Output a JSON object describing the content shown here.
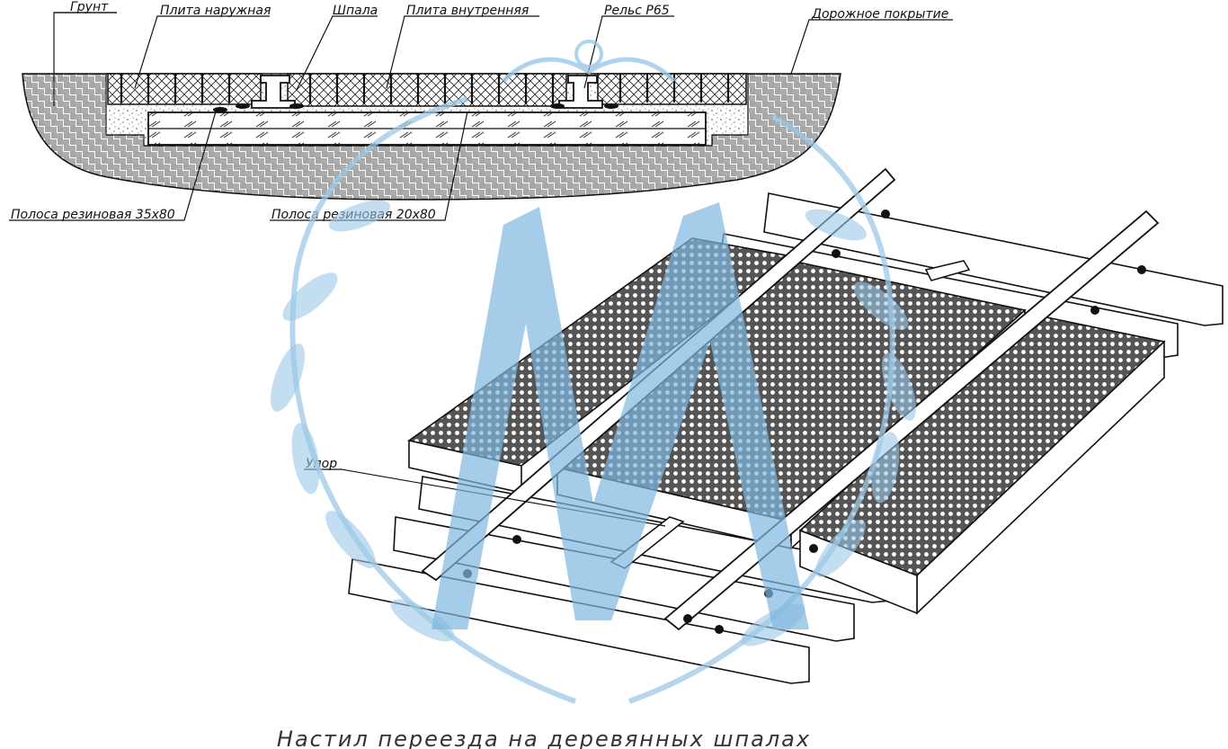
{
  "labels": {
    "ground": "Грунт",
    "outer_slab": "Плита наружная",
    "sleeper": "Шпала",
    "inner_slab": "Плита внутренняя",
    "rail": "Рельс Р65",
    "road_surface": "Дорожное покрытие",
    "rubber_strip_35": "Полоса резиновая 35х80",
    "rubber_strip_20": "Полоса резиновая 20х80",
    "stop": "Упор"
  },
  "caption": "Настил переезда на деревянных шпалах",
  "colors": {
    "line": "#111111",
    "watermark": "#9cc8e6",
    "caption": "#333333"
  }
}
